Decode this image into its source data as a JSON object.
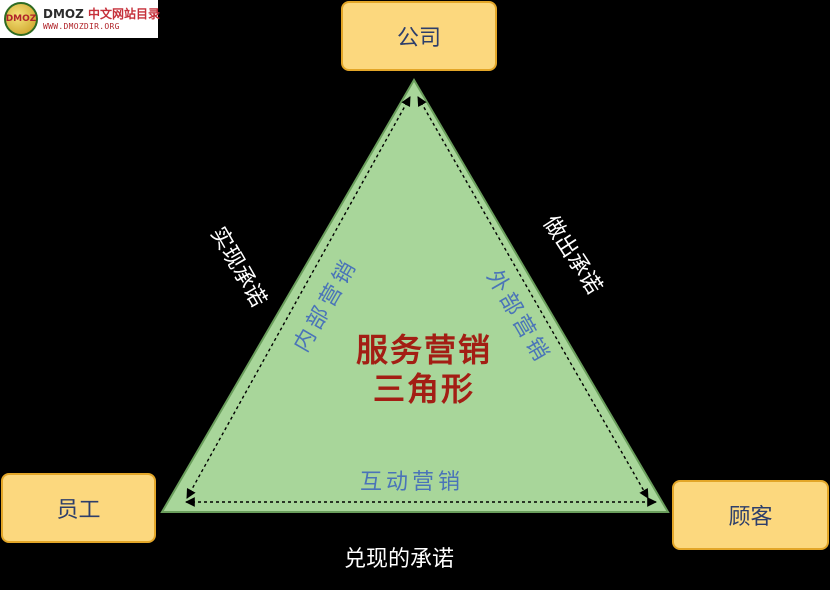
{
  "logo": {
    "title_latin": "DMOZ",
    "title_cn": "中文网站目录",
    "url": "WWW.DMOZDIR.ORG",
    "badge_text": "DMOZ"
  },
  "nodes": {
    "top": "公司",
    "left": "员工",
    "right": "顾客"
  },
  "outer_edges": {
    "left": "实现承诺",
    "right": "做出承诺",
    "bottom": "兑现的承诺"
  },
  "inner_edges": {
    "left": "内部营销",
    "right": "外部营销",
    "bottom": "互动营销"
  },
  "center_title": [
    "服务营销",
    "三角形"
  ],
  "colors": {
    "background": "#000000",
    "triangle_fill": "#a8d69a",
    "triangle_stroke": "#6a9e5c",
    "box_fill": "#fcd87e",
    "box_border": "#e3a628",
    "box_text": "#2d3e6b",
    "inner_text": "#4a74b8",
    "title_text": "#a31e14"
  }
}
